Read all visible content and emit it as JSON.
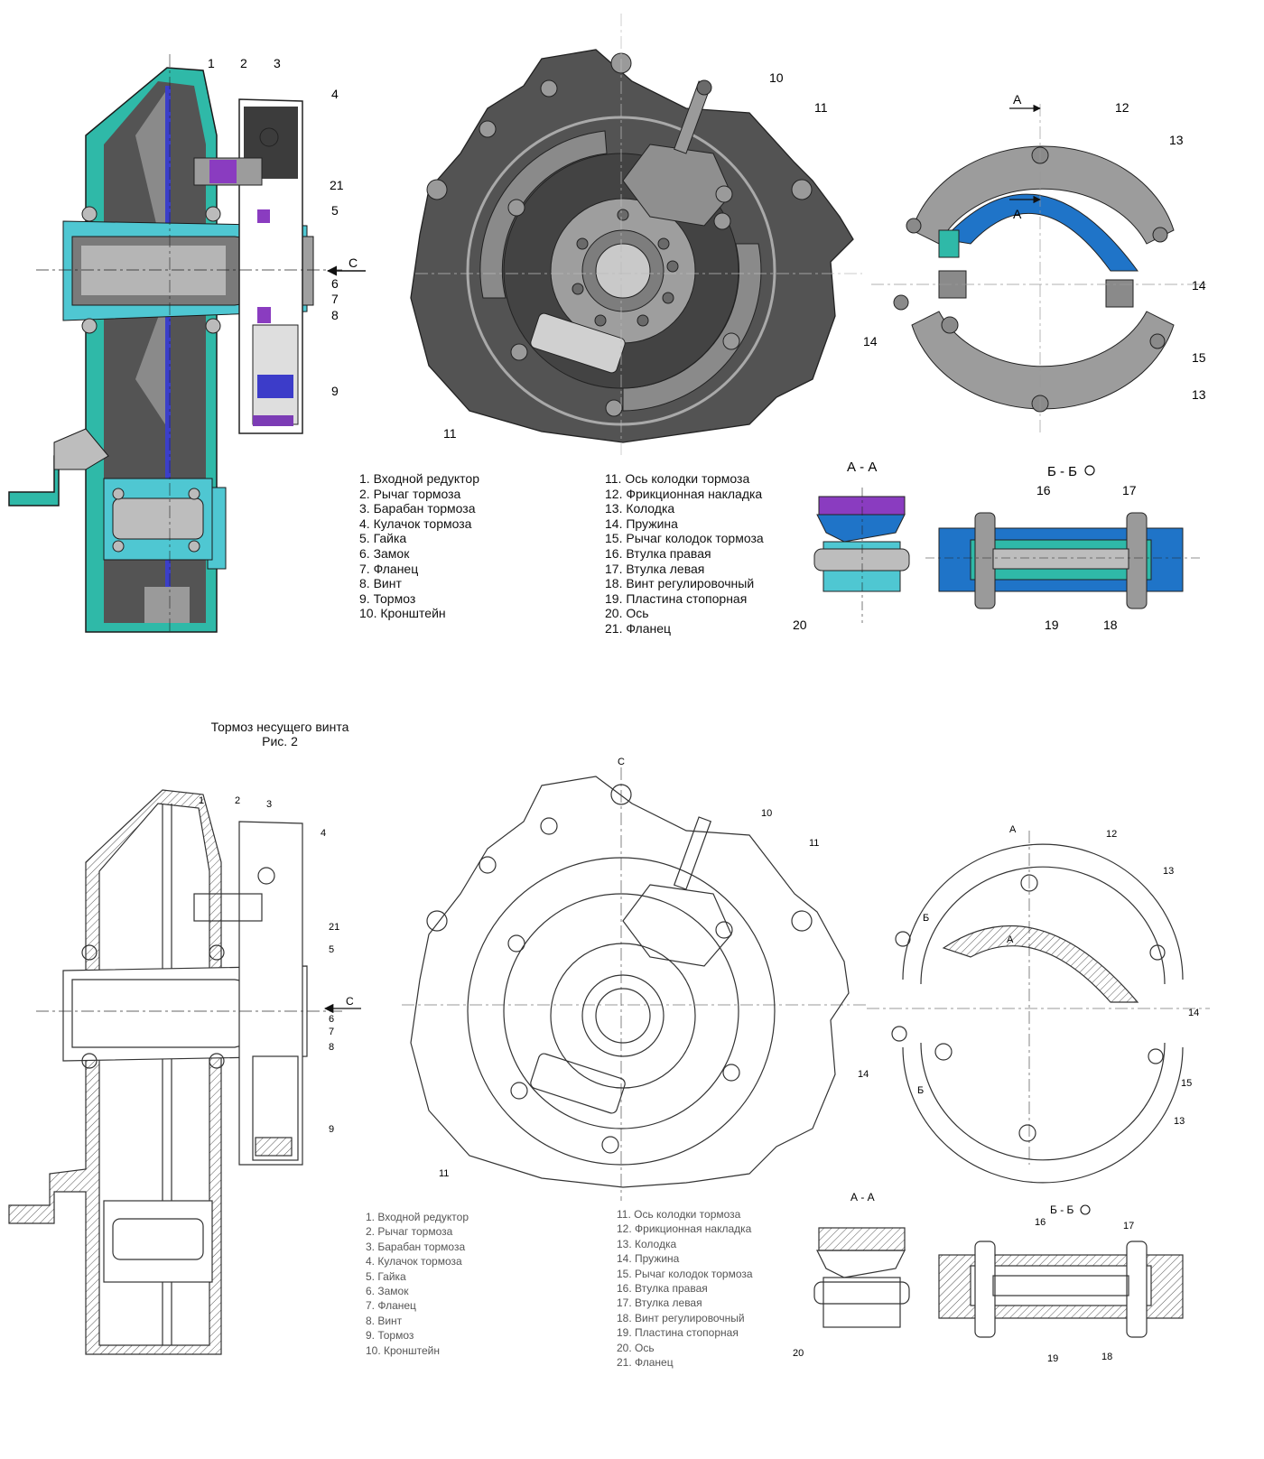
{
  "colors": {
    "housing_teal": "#2fb9a8",
    "housing_cyan": "#4fc7d2",
    "dark_gray": "#535353",
    "mid_gray": "#8a8a8a",
    "light_gray": "#bdbdbd",
    "blue": "#1f74c8",
    "purple": "#8a3cc0",
    "line_dark": "#222222"
  },
  "icons": [
    "arrow-left-icon",
    "rotation-circle-icon",
    "arrow-right-icon"
  ],
  "top": {
    "section_labels": {
      "c": "С",
      "a_top": "А",
      "a_mid": "А",
      "aa": "А - А",
      "bb": "Б - Б"
    },
    "callouts": {
      "n1": "1",
      "n2": "2",
      "n3": "3",
      "n4": "4",
      "n21": "21",
      "n5": "5",
      "n6": "6",
      "n7": "7",
      "n8": "8",
      "n9": "9",
      "n10": "10",
      "n11a": "11",
      "n11b": "11",
      "n12": "12",
      "n13a": "13",
      "n13b": "13",
      "n14a": "14",
      "n14b": "14",
      "n15": "15",
      "n16": "16",
      "n17": "17",
      "n18": "18",
      "n19": "19",
      "n20": "20"
    },
    "legend_left": [
      "1. Входной редуктор",
      "2. Рычаг тормоза",
      "3. Барабан тормоза",
      "4. Кулачок тормоза",
      "5. Гайка",
      "6. Замок",
      "7. Фланец",
      "8. Винт",
      "9. Тормоз",
      "10. Кронштейн"
    ],
    "legend_right": [
      "11. Ось колодки тормоза",
      "12. Фрикционная накладка",
      "13. Колодка",
      "14. Пружина",
      "15. Рычаг колодок тормоза",
      "16. Втулка правая",
      "17. Втулка левая",
      "18. Винт регулировочный",
      "19. Пластина стопорная",
      "20. Ось",
      "21. Фланец"
    ]
  },
  "caption": {
    "title": "Тормоз несущего винта",
    "figure": "Рис. 2"
  },
  "bottom": {
    "section_labels": {
      "c_top": "С",
      "c_arrow": "С",
      "a_top": "А",
      "a_mid": "А",
      "b_top": "Б",
      "b_bot": "Б",
      "aa": "А - А",
      "bb": "Б - Б"
    },
    "callouts": {
      "n1": "1",
      "n2": "2",
      "n3": "3",
      "n4": "4",
      "n21": "21",
      "n5": "5",
      "n6": "6",
      "n7": "7",
      "n8": "8",
      "n9": "9",
      "n10": "10",
      "n11a": "11",
      "n11b": "11",
      "n12": "12",
      "n13a": "13",
      "n13b": "13",
      "n14a": "14",
      "n14b": "14",
      "n15": "15",
      "n16": "16",
      "n17": "17",
      "n18": "18",
      "n19": "19",
      "n20": "20"
    },
    "legend_left": [
      "1. Входной редуктор",
      "2. Рычаг тормоза",
      "3. Барабан тормоза",
      "4. Кулачок тормоза",
      "5. Гайка",
      "6. Замок",
      "7. Фланец",
      "8. Винт",
      "9. Тормоз",
      "10. Кронштейн"
    ],
    "legend_right": [
      "11. Ось колодки тормоза",
      "12. Фрикционная накладка",
      "13. Колодка",
      "14. Пружина",
      "15. Рычаг колодок тормоза",
      "16. Втулка правая",
      "17. Втулка левая",
      "18. Винт регулировочный",
      "19. Пластина стопорная",
      "20. Ось",
      "21. Фланец"
    ]
  }
}
